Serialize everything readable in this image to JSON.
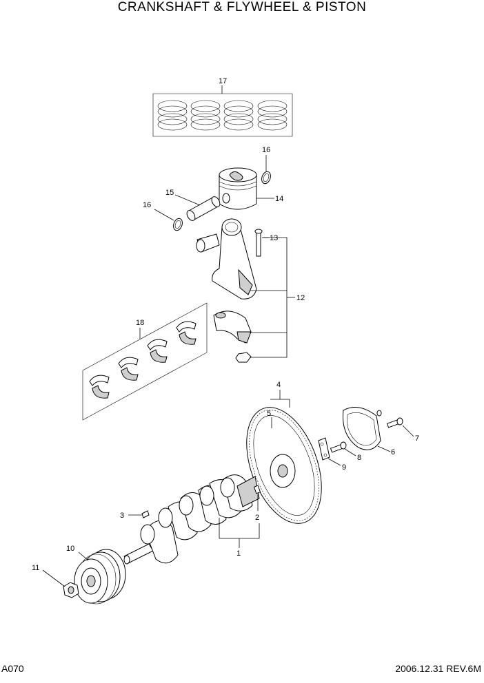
{
  "header": {
    "title": "CRANKSHAFT & FLYWHEEL & PISTON"
  },
  "footer": {
    "page_code": "A070",
    "revision": "2006.12.31 REV.6M"
  },
  "callouts": {
    "c1": "1",
    "c2": "2",
    "c3": "3",
    "c4": "4",
    "c5": "5",
    "c6": "6",
    "c7": "7",
    "c8": "8",
    "c9": "9",
    "c10": "10",
    "c11": "11",
    "c12": "12",
    "c13": "13",
    "c14": "14",
    "c15": "15",
    "c16a": "16",
    "c16b": "16",
    "c17": "17",
    "c18": "18"
  }
}
